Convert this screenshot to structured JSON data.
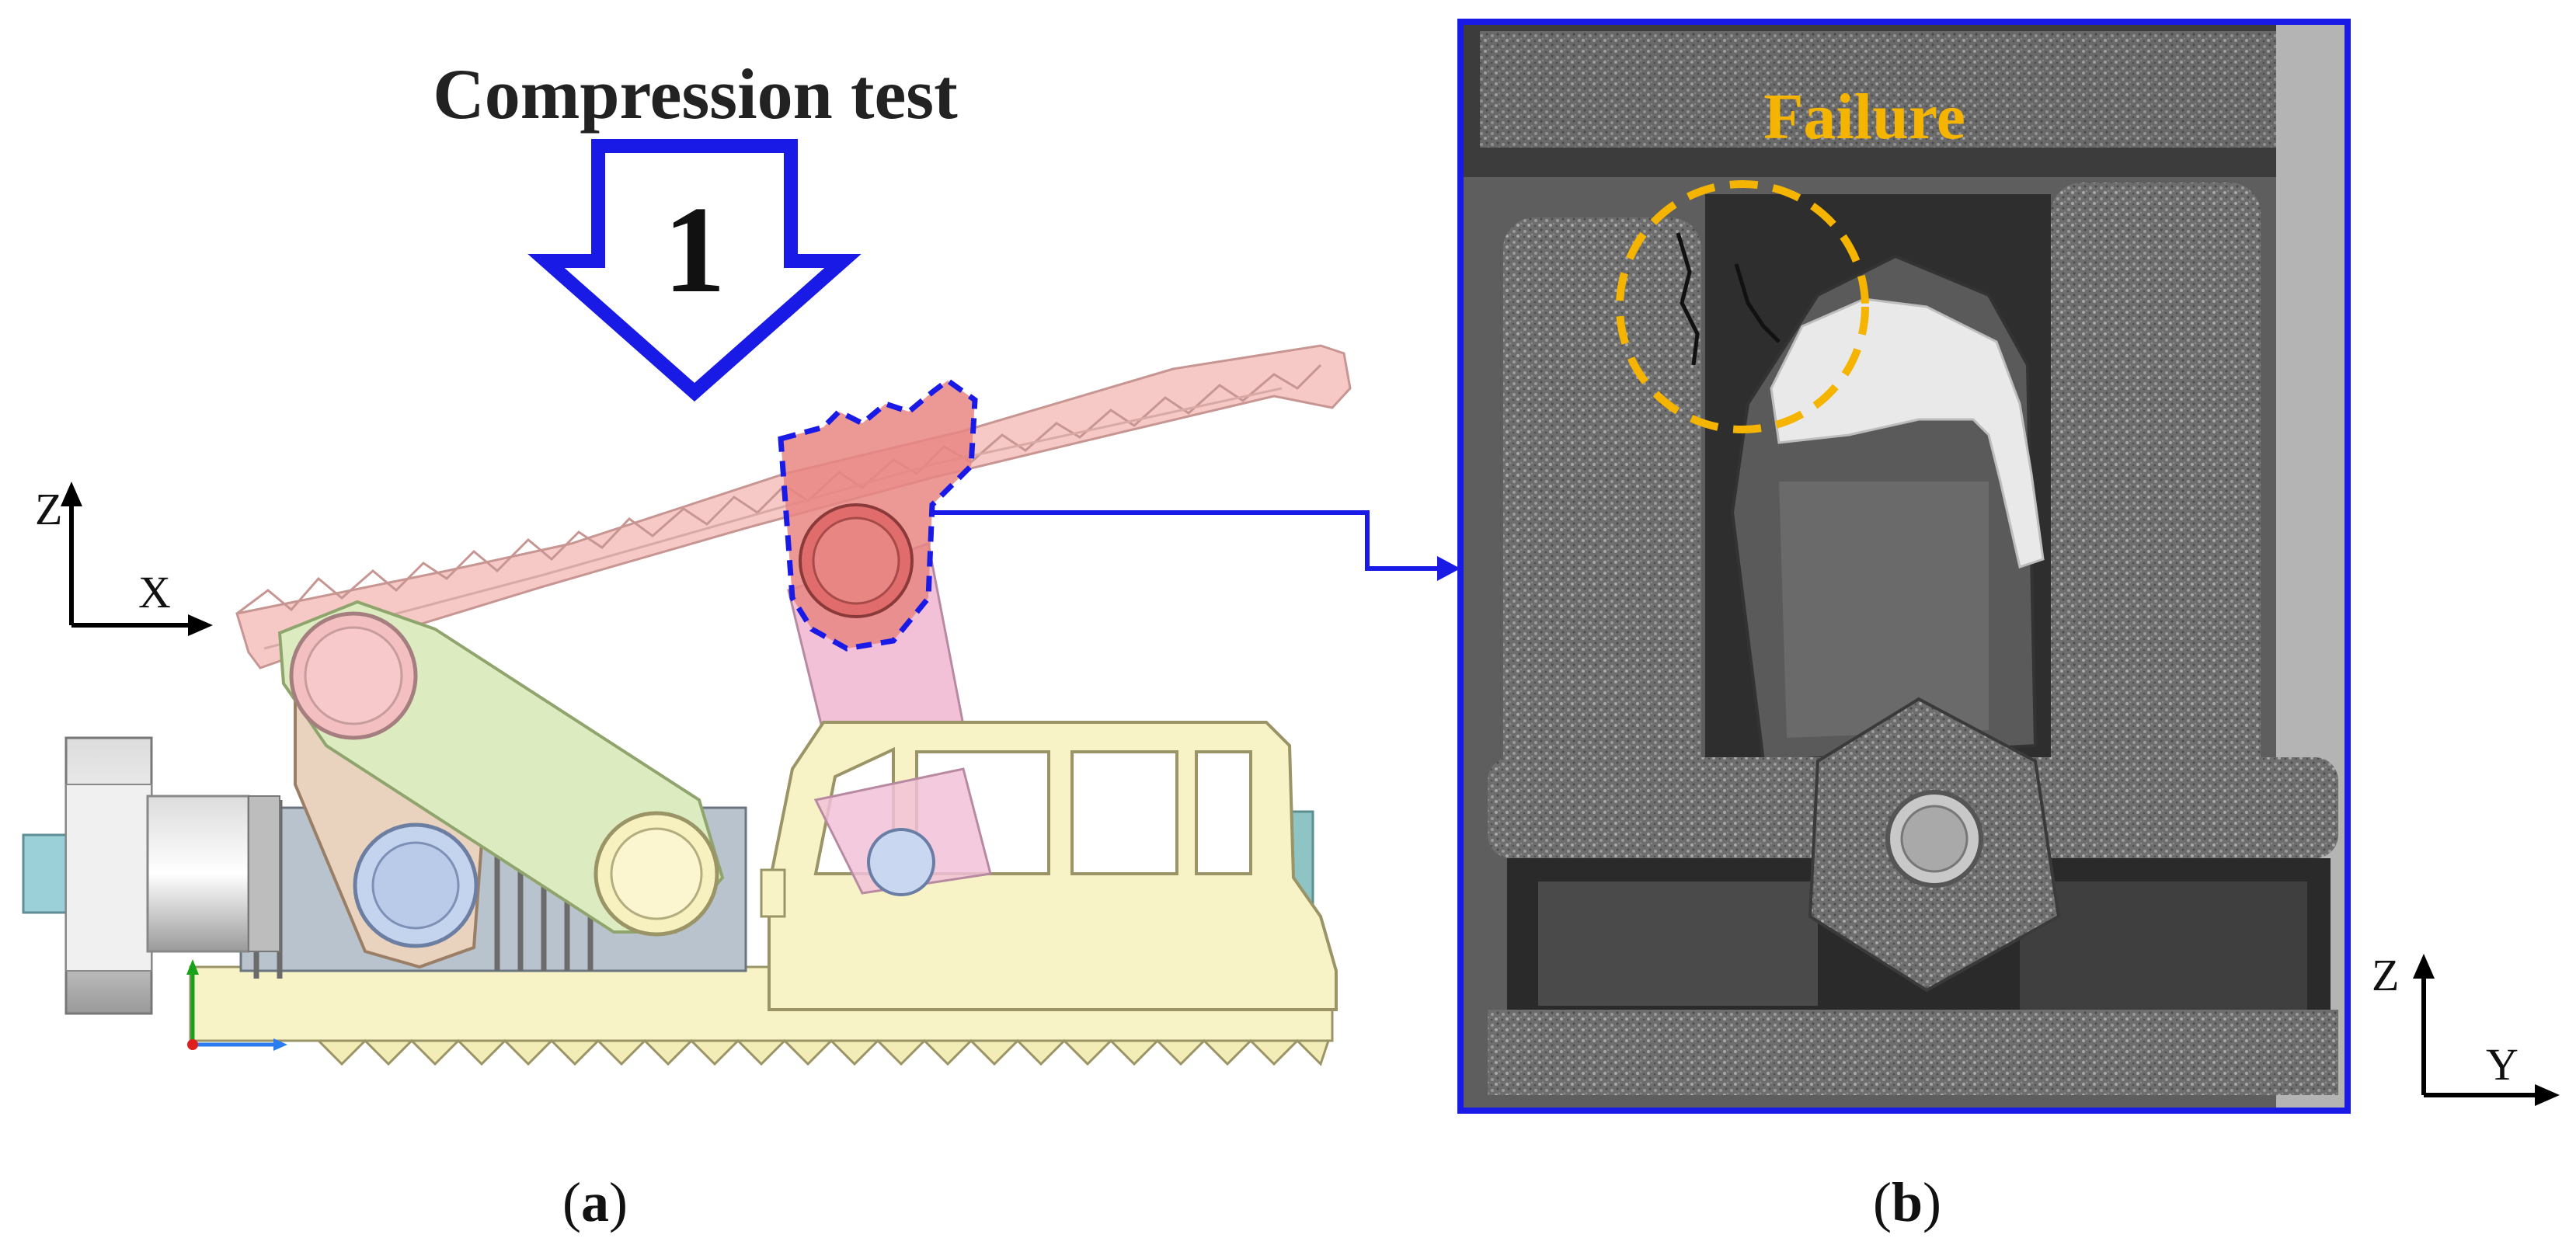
{
  "panel_a": {
    "title": "Compression test",
    "arrow_number": "1",
    "axis_vertical": "Z",
    "axis_horizontal": "X",
    "caption_open": "(",
    "caption_letter": "a",
    "caption_close": ")"
  },
  "panel_b": {
    "failure_label": "Failure",
    "axis_vertical": "Z",
    "axis_horizontal": "Y",
    "caption_open": "(",
    "caption_letter": "b",
    "caption_close": ")"
  },
  "colors": {
    "arrow_blue": "#1a1ae6",
    "failure_orange": "#f4b400",
    "lever_pink": "#f6c9c6",
    "lever_red": "#e07a78",
    "link_green": "#dcebc0",
    "frame_yellow": "#f7f3c6",
    "screw_teal": "#8ec4c4",
    "photo_bg": "#6c6c6c"
  }
}
